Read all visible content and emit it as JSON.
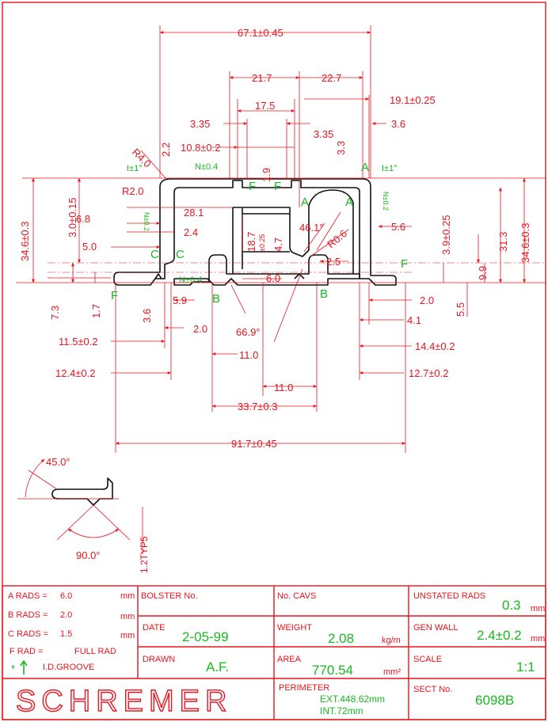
{
  "drawing": {
    "dimensions": {
      "overall_top": "67.1±0.45",
      "d21_7": "21.7",
      "d22_7": "22.7",
      "d19_1": "19.1±0.25",
      "d17_5": "17.5",
      "d3_35a": "3.35",
      "d3_35b": "3.35",
      "d3_6": "3.6",
      "d10_8": "10.8±0.2",
      "d3_3": "3.3",
      "d2_2": "2.2",
      "d1_9": "1.9",
      "r4": "R4.0",
      "r2": "R2.0",
      "d34_6_left": "34.6±0.3",
      "d3_0": "3.0±0.15",
      "d6_8": "6.8",
      "d5_0": "5.0",
      "d28_1": "28.1",
      "d2_4": "2.4",
      "d18_7": "18.7",
      "d18_7_tol": "±0.25",
      "d4_7": "4.7",
      "a46_1": "46.1°",
      "r0_6": "R0.6",
      "d2_5": "2.5",
      "d5_6": "5.6",
      "d3_9": "3.9±0.25",
      "d31_3": "31.3",
      "d34_6_right": "34.6±0.3",
      "d9_9": "9.9",
      "d6_0": "6.0",
      "d7_3": "7.3",
      "d1_7": "1.7",
      "d3_6b": "3.6",
      "d5_9": "5.9",
      "d2_0a": "2.0",
      "d2_0b": "2.0",
      "d5_5": "5.5",
      "d4_1": "4.1",
      "a66_9": "66.9°",
      "d11_5": "11.5±0.2",
      "d11_0a": "11.0",
      "d14_4": "14.4±0.2",
      "d12_4": "12.4±0.2",
      "d12_7": "12.7±0.2",
      "d11_0b": "11.0",
      "d33_7": "33.7±0.3",
      "d91_7": "91.7±0.45"
    },
    "markers": {
      "i1_left": "I±1°",
      "n04_top": "N±0.4",
      "i1_right": "I±1°",
      "n02_left": "N±0.2",
      "n02_right": "N±0.2",
      "n04_bottom": "N±0.4",
      "f": "F",
      "a": "A",
      "b": "B",
      "c": "C"
    },
    "detail": {
      "angle": "45.0°",
      "angle2": "90.0°",
      "typ": "1.2TYP5"
    }
  },
  "title_block": {
    "a_rads_label": "A RADS =",
    "a_rads_value": "6.0",
    "b_rads_label": "B RADS =",
    "b_rads_value": "2.0",
    "c_rads_label": "C RADS =",
    "c_rads_value": "1.5",
    "f_rad_label": "F RAD =",
    "f_rad_value": "FULL RAD",
    "groove_label": "I.D.GROOVE",
    "unit_mm": "mm",
    "bolster_label": "BOLSTER No.",
    "cavs_label": "No. CAVS",
    "unstated_label": "UNSTATED RADS",
    "unstated_value": "0.3",
    "date_label": "DATE",
    "date_value": "2-05-99",
    "weight_label": "WEIGHT",
    "weight_value": "2.08",
    "weight_unit": "kg/m",
    "genwall_label": "GEN WALL",
    "genwall_value": "2.4±0.2",
    "drawn_label": "DRAWN",
    "drawn_value": "A.F.",
    "area_label": "AREA",
    "area_value": "770.54",
    "area_unit": "mm²",
    "scale_label": "SCALE",
    "scale_value": "1:1",
    "logo": "SCHREMER",
    "perimeter_label": "PERIMETER",
    "perimeter_ext": "EXT.448.62mm",
    "perimeter_int": "INT.72mm",
    "sect_label": "SECT No.",
    "sect_value": "6098B"
  }
}
